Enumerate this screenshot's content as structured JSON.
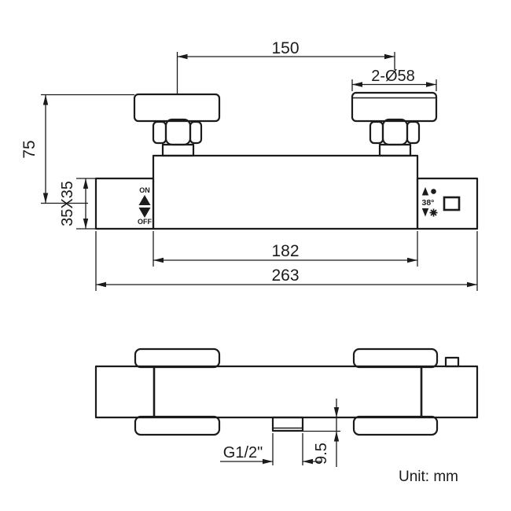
{
  "drawing": {
    "type": "technical-dimension-drawing",
    "subject": "thermostatic shower bar valve, front view and plan view",
    "colors": {
      "line": "#1b1b1b",
      "background": "#ffffff"
    },
    "front_view": {
      "dims": {
        "center_distance": "150",
        "escutcheon_diameter": "2-Ø58",
        "wall_offset": "75",
        "handle_section": "35X35",
        "body_width": "182",
        "overall_width": "263"
      },
      "left_handle": {
        "on_label": "ON",
        "off_label": "OFF"
      },
      "right_handle": {
        "temp_label": "38°"
      },
      "icons": {
        "left_handle": [
          "up-arrow-icon",
          "down-arrow-icon"
        ],
        "right_handle": [
          "up-arrow-icon",
          "hot-dot-icon",
          "down-arrow-icon",
          "gear-icon",
          "safety-button"
        ]
      }
    },
    "bottom_view": {
      "dims": {
        "outlet_thread": "G1/2\"",
        "outlet_offset": "9.5"
      }
    },
    "footer": {
      "unit_note": "Unit: mm"
    }
  }
}
